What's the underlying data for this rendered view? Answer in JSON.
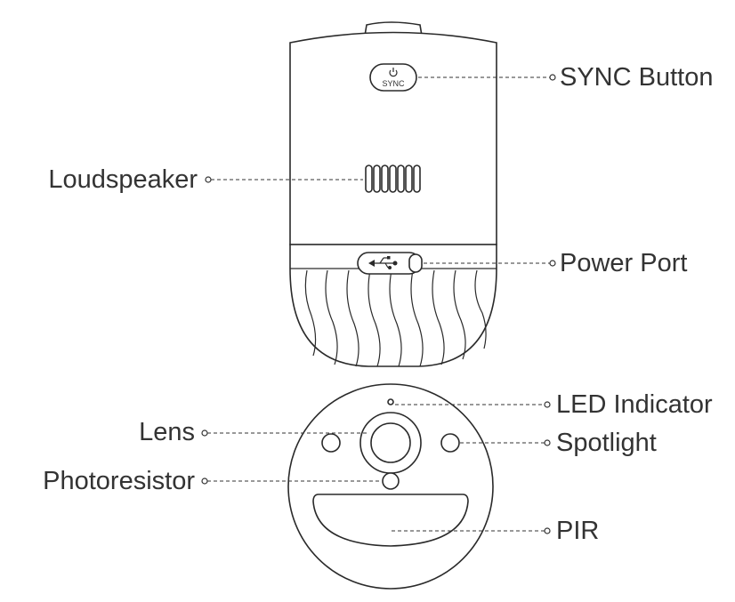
{
  "labels": {
    "sync_button": "SYNC Button",
    "loudspeaker": "Loudspeaker",
    "power_port": "Power Port",
    "led_indicator": "LED Indicator",
    "lens": "Lens",
    "spotlight": "Spotlight",
    "photoresistor": "Photoresistor",
    "pir": "PIR"
  },
  "device": {
    "sync_button_text": "SYNC",
    "sync_button_icon": "power-icon",
    "power_port_icon": "usb-icon"
  }
}
